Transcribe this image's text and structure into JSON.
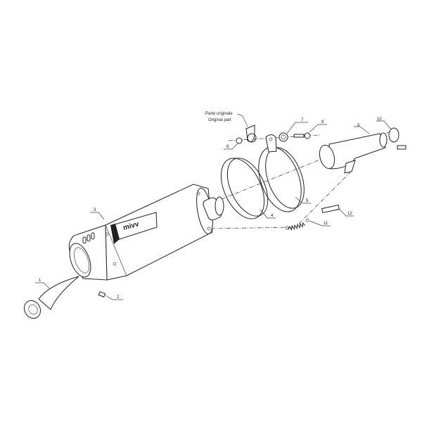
{
  "diagram": {
    "title_note": {
      "line1": "Parte originale",
      "line2": "Original part"
    },
    "callouts": [
      {
        "id": "1",
        "label": "1"
      },
      {
        "id": "2",
        "label": "2"
      },
      {
        "id": "3",
        "label": "3"
      },
      {
        "id": "4",
        "label": "4"
      },
      {
        "id": "5",
        "label": "5"
      },
      {
        "id": "6",
        "label": "6"
      },
      {
        "id": "7",
        "label": "7"
      },
      {
        "id": "8",
        "label": "8"
      },
      {
        "id": "9",
        "label": "9"
      },
      {
        "id": "10",
        "label": "10"
      },
      {
        "id": "11",
        "label": "11"
      },
      {
        "id": "12",
        "label": "12"
      }
    ],
    "logo_text": "mivv"
  }
}
